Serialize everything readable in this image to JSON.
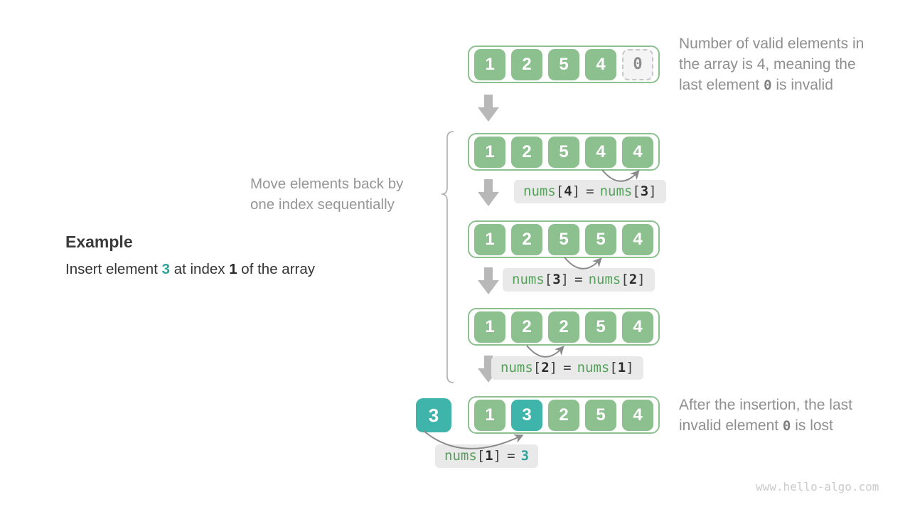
{
  "example": {
    "heading": "Example",
    "part1": "Insert element ",
    "value": "3",
    "part2": " at index ",
    "index": "1",
    "part3": " of the array"
  },
  "move_note": {
    "line1": "Move elements back by",
    "line2": "one index sequentially"
  },
  "note_top": {
    "line1": "Number of valid elements in",
    "line2": "the array is 4, meaning the",
    "line3_pre": "last element ",
    "line3_code": "0",
    "line3_post": " is invalid"
  },
  "note_bottom": {
    "line1": "After the insertion, the last",
    "line2_pre": "invalid element ",
    "line2_code": "0",
    "line2_post": " is lost"
  },
  "inserted_value": "3",
  "arrays": [
    [
      "1",
      "2",
      "5",
      "4",
      "0"
    ],
    [
      "1",
      "2",
      "5",
      "4",
      "4"
    ],
    [
      "1",
      "2",
      "5",
      "5",
      "4"
    ],
    [
      "1",
      "2",
      "2",
      "5",
      "4"
    ],
    [
      "1",
      "3",
      "2",
      "5",
      "4"
    ]
  ],
  "syntax": {
    "fn": "nums",
    "open": "[",
    "close": "]",
    "eq": "="
  },
  "assignments": [
    {
      "lhs_index": "4",
      "rhs_index": "3"
    },
    {
      "lhs_index": "3",
      "rhs_index": "2"
    },
    {
      "lhs_index": "2",
      "rhs_index": "1"
    },
    {
      "lhs_index": "1",
      "rhs_value": "3"
    }
  ],
  "watermark": "www.hello-algo.com",
  "colors": {
    "cell_green": "#8CC08E",
    "teal": "#3EB4AB",
    "invalid_bg": "#F4F4F4",
    "invalid_border": "#C6C6C6",
    "label_bg": "#E9E9E9",
    "code_green": "#56A05C",
    "note_gray": "#8F8F8F",
    "block_arrow_gray": "#B8B8B8",
    "arc_arrow_gray": "#8A8A8A",
    "watermark_gray": "#CBCBCB"
  }
}
